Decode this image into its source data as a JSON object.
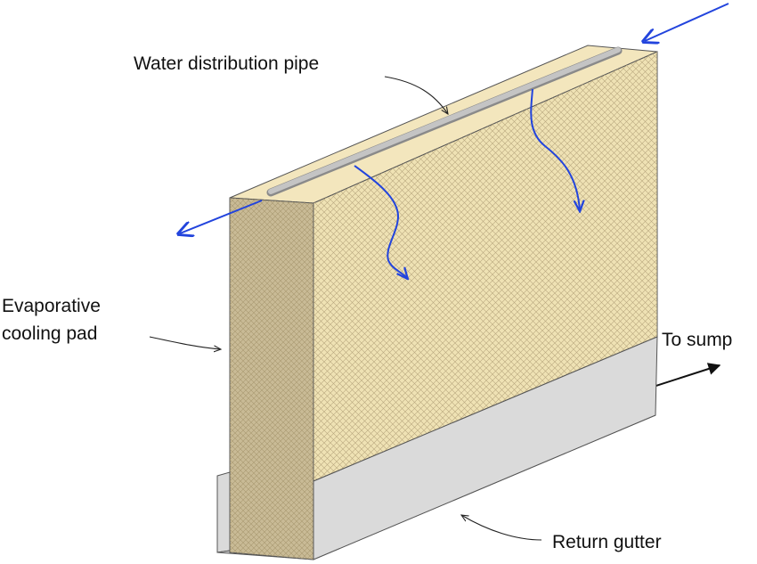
{
  "labels": {
    "pipe": "Water distribution pipe",
    "pad_line1": "Evaporative",
    "pad_line2": "cooling pad",
    "sump": "To sump",
    "gutter": "Return gutter"
  },
  "colors": {
    "pad_front": "#efe2b4",
    "pad_side": "#c9bb96",
    "pad_top": "#f3e6bd",
    "hatch": "#b8a77d",
    "gutter": "#dadada",
    "pipe": "#b9b9b9",
    "water_flow": "#2244dd",
    "leader": "#222222"
  }
}
